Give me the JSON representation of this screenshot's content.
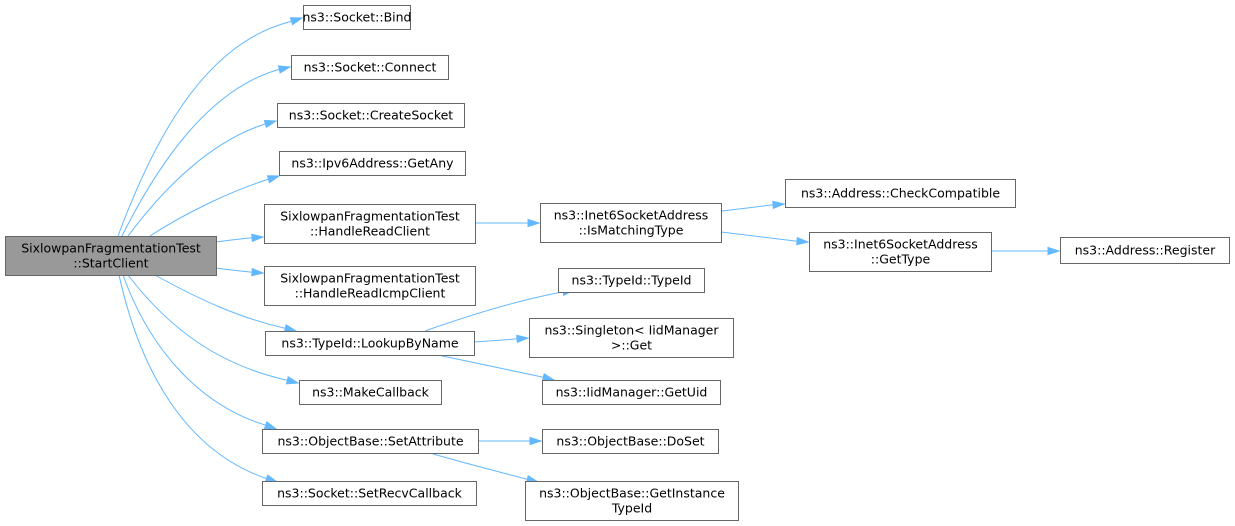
{
  "graph": {
    "colors": {
      "edge": "#63b8ff",
      "node_border": "#666666",
      "root_fill": "#999999",
      "node_fill": "#ffffff"
    },
    "nodes": {
      "start_client": [
        "SixlowpanFragmentationTest",
        "::StartClient"
      ],
      "socket_bind": [
        "ns3::Socket::Bind"
      ],
      "socket_connect": [
        "ns3::Socket::Connect"
      ],
      "socket_create": [
        "ns3::Socket::CreateSocket"
      ],
      "ipv6_getany": [
        "ns3::Ipv6Address::GetAny"
      ],
      "handle_read_client": [
        "SixlowpanFragmentationTest",
        "::HandleReadClient"
      ],
      "handle_read_icmp": [
        "SixlowpanFragmentationTest",
        "::HandleReadIcmpClient"
      ],
      "typeid_lookup": [
        "ns3::TypeId::LookupByName"
      ],
      "make_callback": [
        "ns3::MakeCallback"
      ],
      "set_attribute": [
        "ns3::ObjectBase::SetAttribute"
      ],
      "set_recv_callback": [
        "ns3::Socket::SetRecvCallback"
      ],
      "inet6_is_matching": [
        "ns3::Inet6SocketAddress",
        "::IsMatchingType"
      ],
      "typeid_typeid": [
        "ns3::TypeId::TypeId"
      ],
      "singleton_get": [
        "ns3::Singleton< IidManager",
        ">::Get"
      ],
      "iid_getuid": [
        "ns3::IidManager::GetUid"
      ],
      "objectbase_doset": [
        "ns3::ObjectBase::DoSet"
      ],
      "objectbase_getinstance": [
        "ns3::ObjectBase::GetInstance",
        "TypeId"
      ],
      "address_check": [
        "ns3::Address::CheckCompatible"
      ],
      "inet6_gettype": [
        "ns3::Inet6SocketAddress",
        "::GetType"
      ],
      "address_register": [
        "ns3::Address::Register"
      ]
    }
  }
}
